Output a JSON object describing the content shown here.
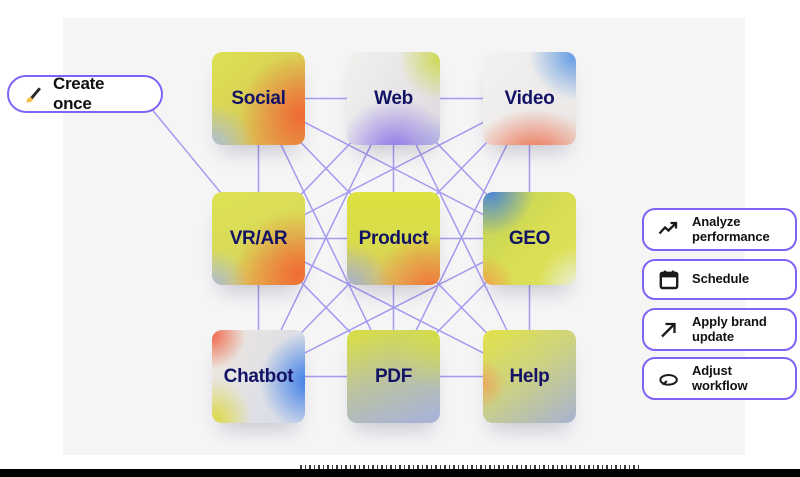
{
  "colors": {
    "panel_bg": "#f5f5f6",
    "connector": "#a49af0",
    "pill_border": "#8161f6",
    "tile_text": "#131366",
    "label_text": "#111111",
    "letterbox": "#000000"
  },
  "create_once": {
    "label": "Create once",
    "icon": "writing-hand-icon"
  },
  "tiles": [
    {
      "id": "social",
      "label": "Social"
    },
    {
      "id": "web",
      "label": "Web"
    },
    {
      "id": "video",
      "label": "Video"
    },
    {
      "id": "vrar",
      "label": "VR/AR"
    },
    {
      "id": "product",
      "label": "Product"
    },
    {
      "id": "geo",
      "label": "GEO"
    },
    {
      "id": "chatbot",
      "label": "Chatbot"
    },
    {
      "id": "pdf",
      "label": "PDF"
    },
    {
      "id": "help",
      "label": "Help"
    }
  ],
  "connections": [
    [
      "social",
      "web"
    ],
    [
      "web",
      "video"
    ],
    [
      "vrar",
      "product"
    ],
    [
      "product",
      "geo"
    ],
    [
      "chatbot",
      "pdf"
    ],
    [
      "pdf",
      "help"
    ],
    [
      "social",
      "vrar"
    ],
    [
      "vrar",
      "chatbot"
    ],
    [
      "web",
      "product"
    ],
    [
      "product",
      "pdf"
    ],
    [
      "video",
      "geo"
    ],
    [
      "geo",
      "help"
    ],
    [
      "social",
      "product"
    ],
    [
      "web",
      "vrar"
    ],
    [
      "web",
      "geo"
    ],
    [
      "video",
      "product"
    ],
    [
      "vrar",
      "pdf"
    ],
    [
      "product",
      "chatbot"
    ],
    [
      "product",
      "help"
    ],
    [
      "geo",
      "pdf"
    ],
    [
      "social",
      "geo"
    ],
    [
      "video",
      "vrar"
    ],
    [
      "vrar",
      "help"
    ],
    [
      "geo",
      "chatbot"
    ],
    [
      "social",
      "pdf"
    ],
    [
      "video",
      "pdf"
    ],
    [
      "web",
      "chatbot"
    ],
    [
      "web",
      "help"
    ],
    [
      "create-once",
      "vrar"
    ]
  ],
  "actions": [
    {
      "label": "Analyze performance",
      "icon": "trend-up-icon"
    },
    {
      "label": "Schedule",
      "icon": "calendar-icon"
    },
    {
      "label": "Apply brand update",
      "icon": "arrow-up-right-icon"
    },
    {
      "label": "Adjust workflow",
      "icon": "loop-arrow-icon"
    }
  ]
}
